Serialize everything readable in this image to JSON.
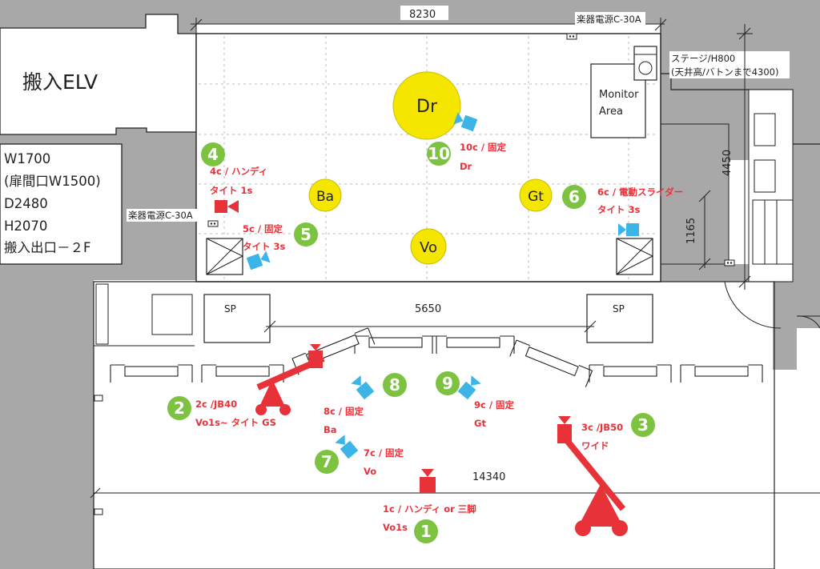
{
  "elevator": {
    "label": "搬入ELV",
    "specs": [
      "W1700",
      "(扉間口W1500)",
      "D2480",
      "H2070",
      "搬入出口－２F"
    ]
  },
  "dimensions": {
    "stage_width": "8230",
    "stage_depth": "4450",
    "offset": "1165",
    "speaker_span": "5650",
    "floor_width": "14340"
  },
  "power": {
    "top": "楽器電源C-30A",
    "left": "楽器電源C-30A"
  },
  "stage_info": {
    "line1": "ステージ/H800",
    "line2": "(天井高/バトンまで4300)"
  },
  "monitor_area": {
    "line1": "Monitor",
    "line2": "Area"
  },
  "speakers": {
    "left": "SP",
    "right": "SP"
  },
  "instruments": [
    {
      "id": "dr",
      "label": "Dr"
    },
    {
      "id": "ba",
      "label": "Ba"
    },
    {
      "id": "gt",
      "label": "Gt"
    },
    {
      "id": "vo",
      "label": "Vo"
    }
  ],
  "cameras": [
    {
      "number": "1",
      "line1": "1c / ハンディ or 三脚",
      "line2": "Vo1s",
      "type": "handheld",
      "color": "#e8323a"
    },
    {
      "number": "2",
      "line1": "2c /JB40",
      "line2": "Vo1s~ タイト GS",
      "type": "jib",
      "color": "#e8323a"
    },
    {
      "number": "3",
      "line1": "3c /JB50",
      "line2": "ワイド",
      "type": "jib",
      "color": "#e8323a"
    },
    {
      "number": "4",
      "line1": "4c / ハンディ",
      "line2": "タイト 1s",
      "type": "handheld",
      "color": "#e8323a"
    },
    {
      "number": "5",
      "line1": "5c / 固定",
      "line2": "タイト 3s",
      "type": "fixed",
      "color": "#3bb5e8"
    },
    {
      "number": "6",
      "line1": "6c / 電動スライダー",
      "line2": "タイト 3s",
      "type": "slider",
      "color": "#3bb5e8"
    },
    {
      "number": "7",
      "line1": "7c / 固定",
      "line2": "Vo",
      "type": "fixed",
      "color": "#3bb5e8"
    },
    {
      "number": "8",
      "line1": "8c / 固定",
      "line2": "Ba",
      "type": "fixed",
      "color": "#3bb5e8"
    },
    {
      "number": "9",
      "line1": "9c / 固定",
      "line2": "Gt",
      "type": "fixed",
      "color": "#3bb5e8"
    },
    {
      "number": "10",
      "line1": "10c / 固定",
      "line2": "Dr",
      "type": "fixed",
      "color": "#3bb5e8"
    }
  ],
  "colors": {
    "wall": "#a8a8a8",
    "instrument": "#f5e600",
    "camera_red": "#e8323a",
    "camera_blue": "#3bb5e8",
    "badge_green": "#7dc241"
  }
}
